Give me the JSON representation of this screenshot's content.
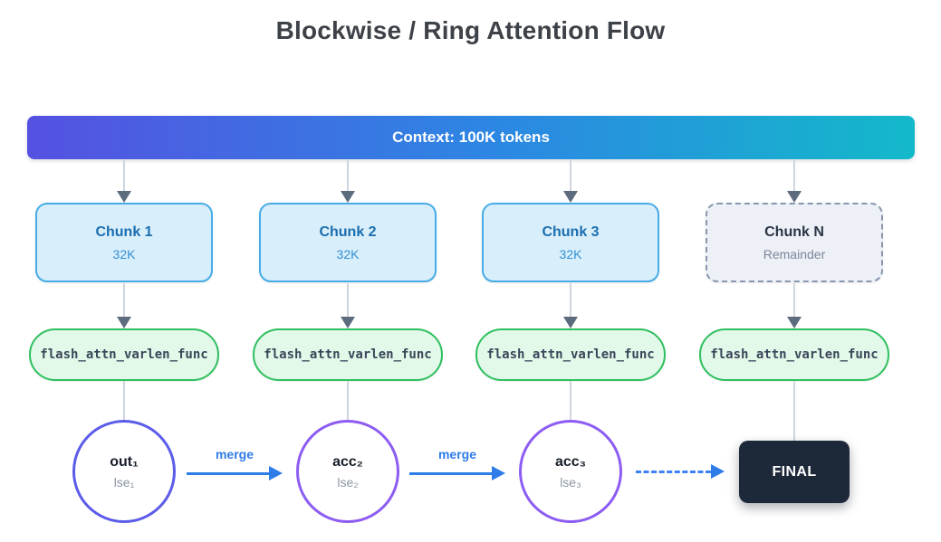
{
  "title": "Blockwise / Ring Attention Flow",
  "banner": {
    "label": "Context: 100K tokens"
  },
  "columns": [
    {
      "chunk_title": "Chunk 1",
      "chunk_subtitle": "32K",
      "func_label": "flash_attn_varlen_func",
      "out_label": "out₁",
      "lse_label": "lse₁"
    },
    {
      "chunk_title": "Chunk 2",
      "chunk_subtitle": "32K",
      "func_label": "flash_attn_varlen_func",
      "out_label": "acc₂",
      "lse_label": "lse₂"
    },
    {
      "chunk_title": "Chunk 3",
      "chunk_subtitle": "32K",
      "func_label": "flash_attn_varlen_func",
      "out_label": "acc₃",
      "lse_label": "lse₃"
    },
    {
      "chunk_title": "Chunk N",
      "chunk_subtitle": "Remainder",
      "func_label": "flash_attn_varlen_func",
      "final_label": "FINAL"
    }
  ],
  "merge_arrows": {
    "first_label": "merge",
    "second_label": "merge"
  },
  "colors": {
    "banner_gradient_start": "#5551e1",
    "banner_gradient_mid": "#2d86e3",
    "banner_gradient_end": "#13b9ca",
    "chunk_bg": "#d9eefb",
    "chunk_border": "#47ace5",
    "chunk_n_bg": "#edf0f6",
    "chunk_n_border": "#8897ad",
    "func_bg": "#e2f9ea",
    "func_border": "#2fbf5f",
    "circle1_border": "#5b5ce9",
    "circle_border": "#8d5cf2",
    "merge_arrow": "#2e7ce8",
    "connector_arrowhead": "#5d6b7e",
    "final_bg": "#1d2939"
  }
}
